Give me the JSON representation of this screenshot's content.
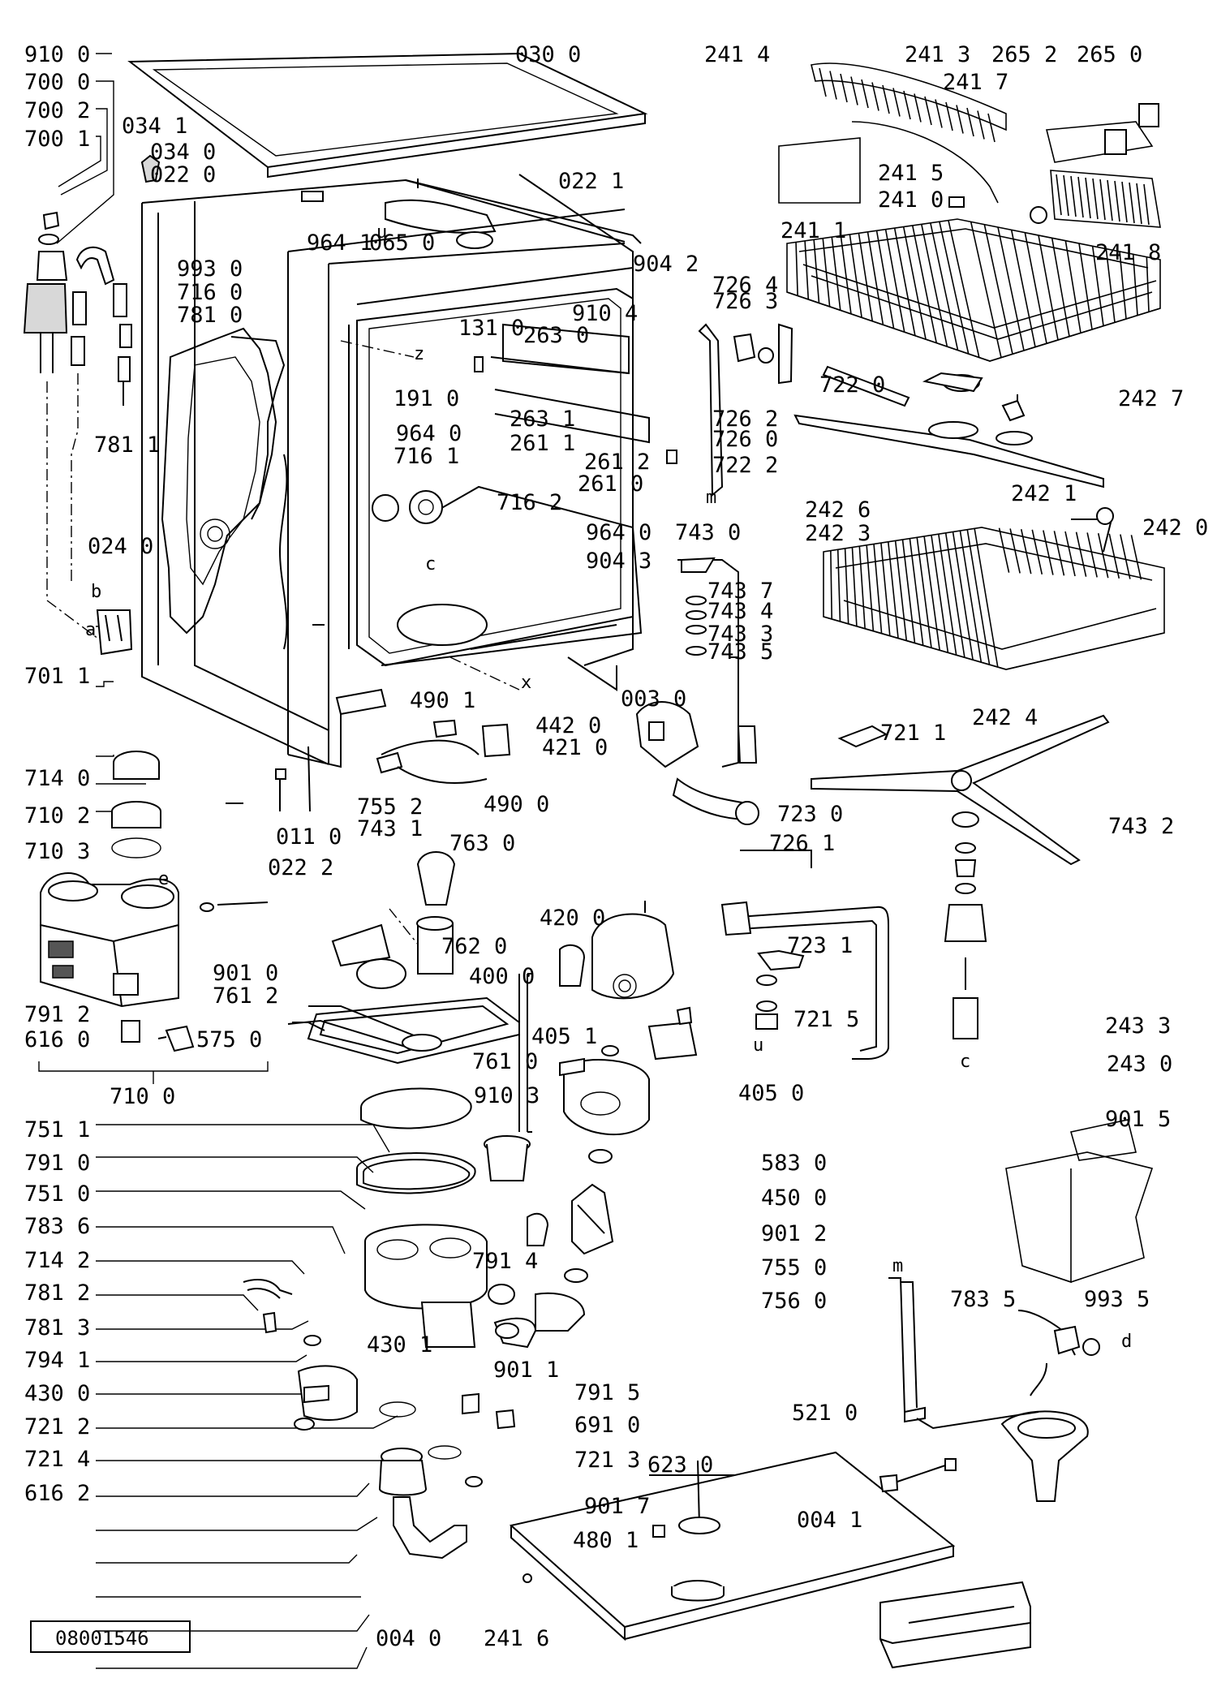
{
  "drawing_number": "08001546",
  "part_labels": [
    "910 0",
    "700 0",
    "700 2",
    "700 1",
    "034 1",
    "034 0",
    "022 0",
    "030 0",
    "022 1",
    "964 1",
    "065 0",
    "993 0",
    "716 0",
    "781 0",
    "781 1",
    "131 0",
    "191 0",
    "964 0",
    "716 1",
    "716 2",
    "263 0",
    "263 1",
    "261 1",
    "261 2",
    "261 0",
    "904 2",
    "910 4",
    "726 4",
    "726 3",
    "726 2",
    "726 0",
    "722 2",
    "722 0",
    "024 0",
    "701 1",
    "964 0",
    "904 3",
    "743 0",
    "743 7",
    "743 4",
    "743 3",
    "743 5",
    "003 0",
    "490 1",
    "442 0",
    "421 0",
    "490 0",
    "763 0",
    "755 2",
    "743 1",
    "011 0",
    "022 2",
    "714 0",
    "710 2",
    "710 3",
    "901 0",
    "761 2",
    "791 2",
    "616 0",
    "575 0",
    "710 0",
    "762 0",
    "420 0",
    "400 0",
    "405 1",
    "761 0",
    "910 3",
    "405 0",
    "751 1",
    "791 0",
    "751 0",
    "783 6",
    "714 2",
    "781 2",
    "781 3",
    "794 1",
    "430 0",
    "430 1",
    "721 2",
    "721 4",
    "616 2",
    "791 4",
    "901 1",
    "791 5",
    "691 0",
    "721 3",
    "901 7",
    "583 0",
    "450 0",
    "901 2",
    "755 0",
    "756 0",
    "623 0",
    "480 1",
    "004 1",
    "004 0",
    "241 6",
    "241 4",
    "241 3",
    "265 2",
    "265 0",
    "241 7",
    "241 5",
    "241 0",
    "241 1",
    "241 8",
    "242 7",
    "242 6",
    "242 3",
    "242 1",
    "242 0",
    "242 4",
    "721 1",
    "743 2",
    "723 0",
    "726 1",
    "723 1",
    "721 5",
    "243 3",
    "243 0",
    "901 5",
    "783 5",
    "993 5",
    "521 0"
  ],
  "reference_letters": [
    "u",
    "z",
    "c",
    "x",
    "m",
    "b",
    "a",
    "e",
    "d",
    "u",
    "c",
    "m"
  ]
}
